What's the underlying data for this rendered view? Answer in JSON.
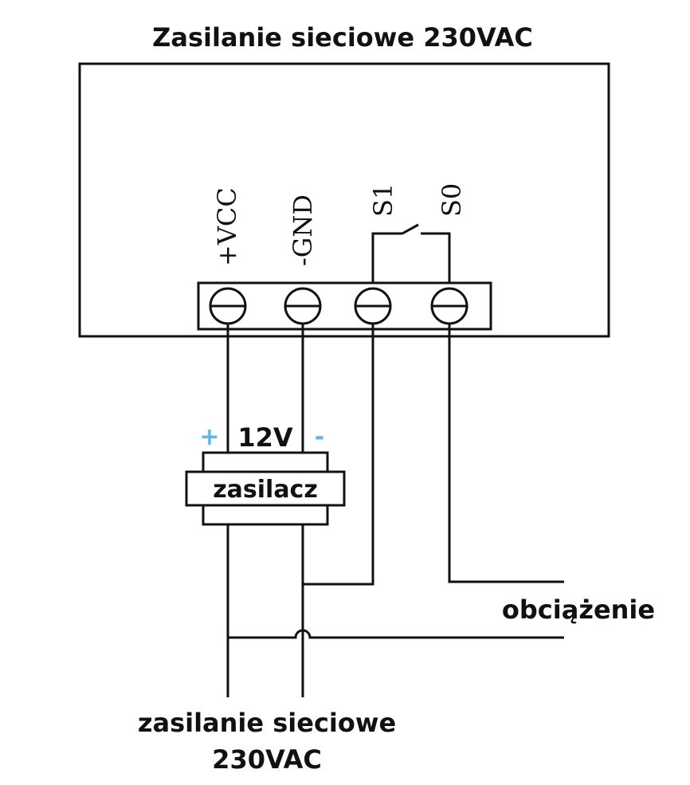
{
  "title": "Zasilanie sieciowe 230VAC",
  "terminals": [
    {
      "id": "vcc",
      "label": "+VCC"
    },
    {
      "id": "gnd",
      "label": "-GND"
    },
    {
      "id": "s1",
      "label": "S1"
    },
    {
      "id": "s0",
      "label": "S0"
    }
  ],
  "power_supply": {
    "voltage_label": "12V",
    "plus_sign": "+",
    "minus_sign": "-",
    "name": "zasilacz"
  },
  "load_label": "obciążenie",
  "mains_label_line1": "zasilanie sieciowe",
  "mains_label_line2": "230VAC",
  "colors": {
    "line": "#111111",
    "polarity_sign": "#5bb8e8",
    "background": "#ffffff"
  }
}
